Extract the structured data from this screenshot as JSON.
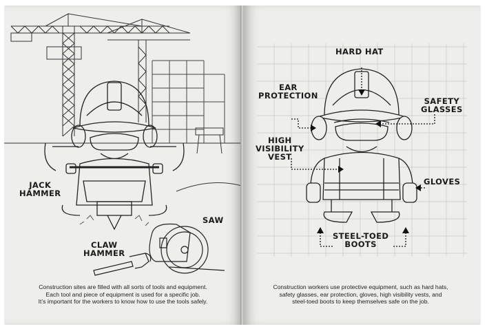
{
  "left_page": {
    "labels": {
      "jack_hammer": [
        "JACK",
        "HAMMER"
      ],
      "saw": "SAW",
      "claw_hammer": [
        "CLAW",
        "HAMMER"
      ]
    },
    "caption": [
      "Construction sites are filled with all sorts of tools and equipment.",
      "Each tool and piece of equipment is used for a specific job.",
      "It’s important for the workers to know how to use the tools safely."
    ]
  },
  "right_page": {
    "labels": {
      "hard_hat": "HARD HAT",
      "ear_protection": [
        "EAR",
        "PROTECTION"
      ],
      "safety_glasses": [
        "SAFETY",
        "GLASSES"
      ],
      "high_visibility_vest": [
        "HIGH",
        "VISIBILITY",
        "VEST"
      ],
      "gloves": "GLOVES",
      "steel_toed_boots": [
        "STEEL-TOED",
        "BOOTS"
      ]
    },
    "caption": [
      "Construction workers use protective equipment, such as hard hats,",
      "safety glasses, ear protection, gloves, high visibility vests, and",
      "steel-toed boots to keep themselves safe on the job."
    ]
  }
}
